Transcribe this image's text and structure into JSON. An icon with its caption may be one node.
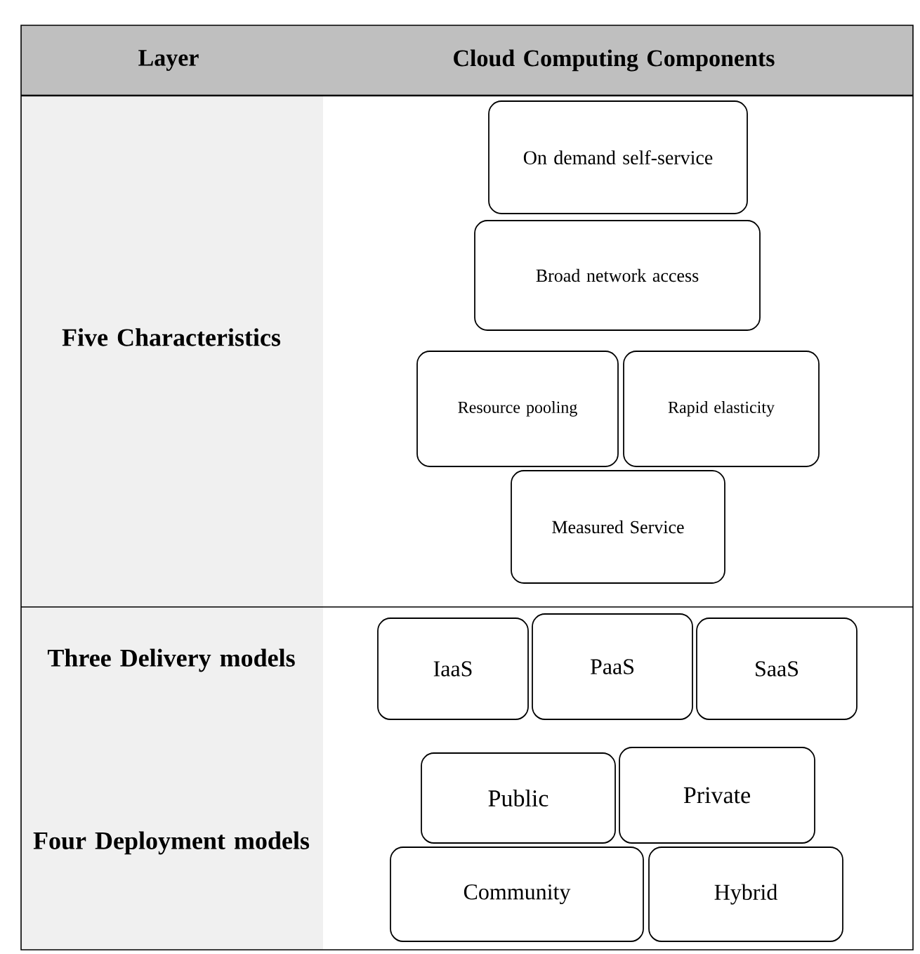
{
  "diagram": {
    "nodes": [
      {
        "text": [
          "On demand self-service"
        ]
      },
      {
        "text": [
          "Broad network access"
        ]
      },
      {
        "text": [
          "Resource pooling"
        ]
      },
      {
        "text": [
          "Rapid elasticity"
        ]
      },
      {
        "text": [
          "Measured Service"
        ]
      },
      {
        "text": [
          "IaaS"
        ]
      },
      {
        "text": [
          "PaaS"
        ]
      },
      {
        "text": [
          "SaaS"
        ]
      },
      {
        "text": [
          "Public"
        ]
      },
      {
        "text": [
          "Private"
        ]
      },
      {
        "text": [
          "Community"
        ]
      },
      {
        "text": [
          "Hybrid"
        ]
      }
    ],
    "labels": [
      "Layer",
      "Cloud Computing Components",
      "Five Characteristics",
      "Three Delivery models",
      "Four Deployment models"
    ]
  }
}
